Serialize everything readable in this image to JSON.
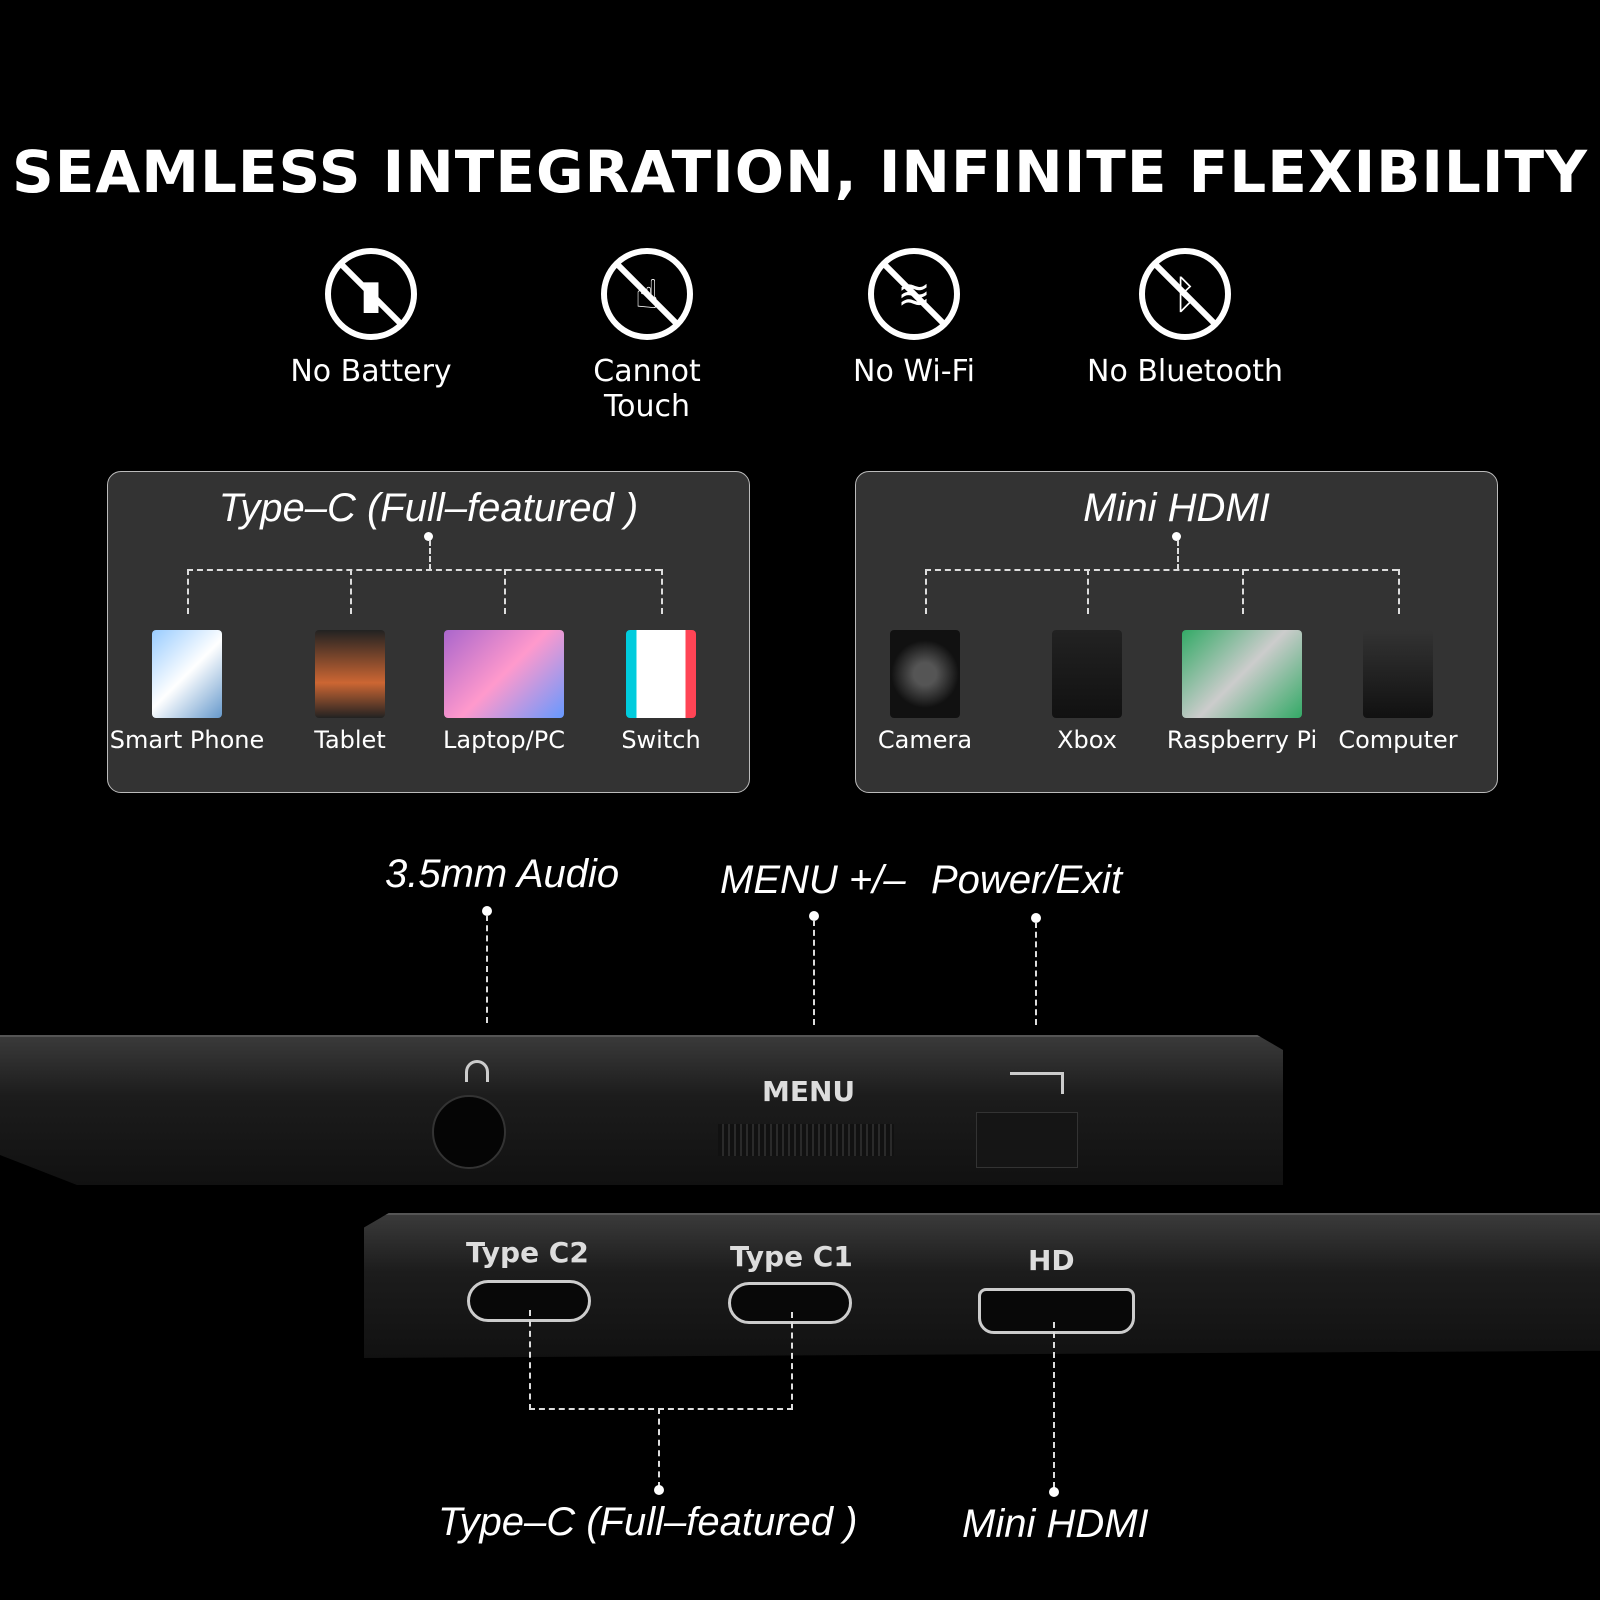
{
  "title": "SEAMLESS INTEGRATION, INFINITE FLEXIBILITY",
  "features": [
    {
      "label": "No Battery",
      "icon": "no-battery-icon"
    },
    {
      "label": "Cannot Touch",
      "icon": "no-touch-icon"
    },
    {
      "label": "No Wi-Fi",
      "icon": "no-wifi-icon"
    },
    {
      "label": "No Bluetooth",
      "icon": "no-bluetooth-icon"
    }
  ],
  "typec_box": {
    "heading": "Type–C (Full–featured )",
    "devices": [
      "Smart Phone",
      "Tablet",
      "Laptop/PC",
      "Switch"
    ]
  },
  "hdmi_box": {
    "heading": "Mini HDMI",
    "devices": [
      "Camera",
      "Xbox",
      "Raspberry Pi",
      "Computer"
    ]
  },
  "top_callouts": {
    "audio": "3.5mm Audio",
    "menu": "MENU +/–",
    "power": "Power/Exit"
  },
  "device_labels": {
    "menu": "MENU",
    "type_c2": "Type C2",
    "type_c1": "Type C1",
    "hd": "HD"
  },
  "bottom_callouts": {
    "typec": "Type–C (Full–featured )",
    "hdmi": "Mini HDMI"
  }
}
